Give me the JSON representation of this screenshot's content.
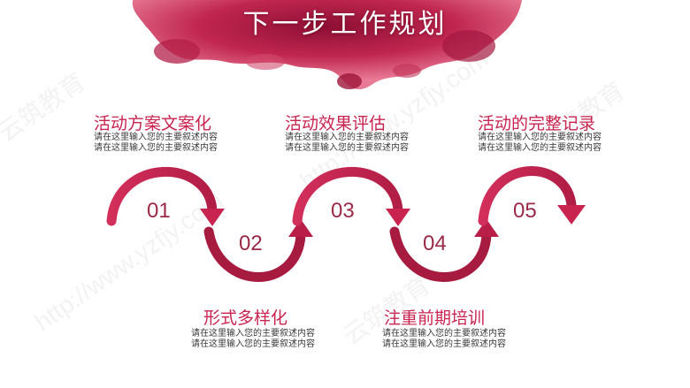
{
  "title": "下一步工作规划",
  "steps": [
    {
      "num": "01",
      "title": "活动方案文案化",
      "desc1": "请在这里输入您的主要叙述内容",
      "desc2": "请在这里输入您的主要叙述内容"
    },
    {
      "num": "02",
      "title": "形式多样化",
      "desc1": "请在这里输入您的主要叙述内容",
      "desc2": "请在这里输入您的主要叙述内容"
    },
    {
      "num": "03",
      "title": "活动效果评估",
      "desc1": "请在这里输入您的主要叙述内容",
      "desc2": "请在这里输入您的主要叙述内容"
    },
    {
      "num": "04",
      "title": "注重前期培训",
      "desc1": "请在这里输入您的主要叙述内容",
      "desc2": "请在这里输入您的主要叙述内容"
    },
    {
      "num": "05",
      "title": "活动的完整记录",
      "desc1": "请在这里输入您的主要叙述内容",
      "desc2": "请在这里输入您的主要叙述内容"
    }
  ],
  "watermark": {
    "url": "http://www.yzfjy.com",
    "brand": "云筑教育"
  },
  "colors": {
    "accent": "#c8244f",
    "dark": "#9a2a48"
  }
}
